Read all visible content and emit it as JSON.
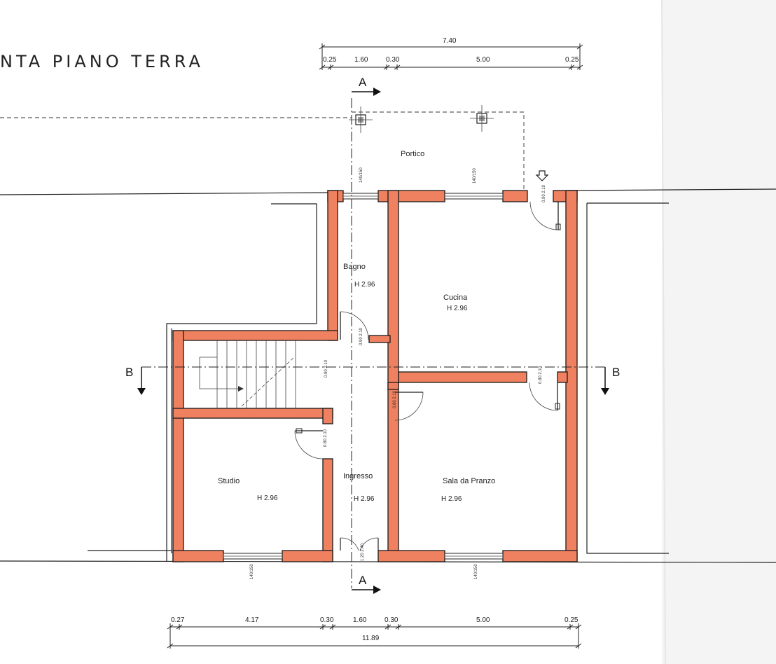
{
  "title": "NTA PIANO TERRA",
  "top_dimensions": {
    "total": "7.40",
    "segments": [
      "0.25",
      "1.60",
      "0.30",
      "5.00",
      "0.25"
    ]
  },
  "bottom_dimensions": {
    "total": "11.89",
    "segments": [
      "0.27",
      "4.17",
      "0.30",
      "1.60",
      "0.30",
      "5.00",
      "0.25"
    ]
  },
  "sections": {
    "a_top": "A",
    "a_bottom": "A",
    "b_left": "B",
    "b_right": "B"
  },
  "rooms": {
    "portico": "Portico",
    "bagno": {
      "name": "Bagno",
      "height": "H 2.96"
    },
    "cucina": {
      "name": "Cucina",
      "height": "H 2.96"
    },
    "studio": {
      "name": "Studio",
      "height": "H 2.96"
    },
    "ingresso": {
      "name": "Ingresso",
      "height": "H 2.96"
    },
    "sala": {
      "name": "Sala da Pranzo",
      "height": "H 2.96"
    }
  }
}
